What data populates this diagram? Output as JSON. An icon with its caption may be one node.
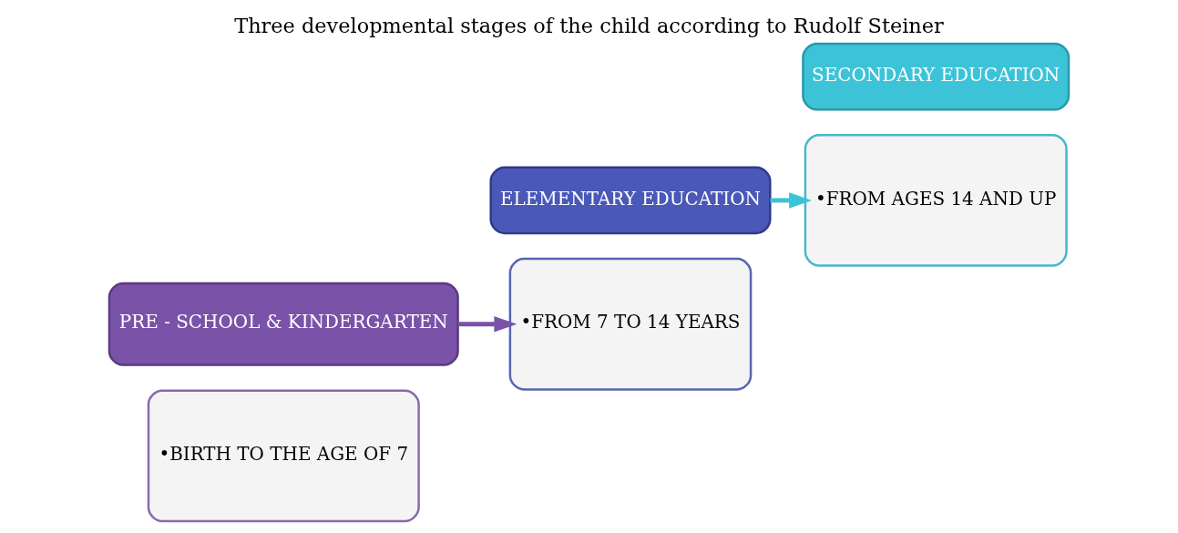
{
  "diagram": {
    "title": "Three developmental stages of the child according to Rudolf Steiner",
    "nodes": [
      {
        "text": [
          "•BIRTH TO THE AGE OF 7"
        ]
      },
      {
        "text": [
          "PRE - SCHOOL & KINDERGARTEN"
        ]
      },
      {
        "text": [
          "•FROM 7 TO 14 YEARS"
        ]
      },
      {
        "text": [
          "ELEMENTARY EDUCATION"
        ]
      },
      {
        "text": [
          "•FROM AGES 14 AND UP"
        ]
      },
      {
        "text": [
          "SECONDARY EDUCATION"
        ]
      }
    ],
    "edges": [
      {
        "from": 1,
        "to": 2,
        "arrow": "to",
        "color": "#7a52a8"
      },
      {
        "from": 3,
        "to": 4,
        "arrow": "to",
        "color": "#3cc3d8"
      }
    ]
  }
}
